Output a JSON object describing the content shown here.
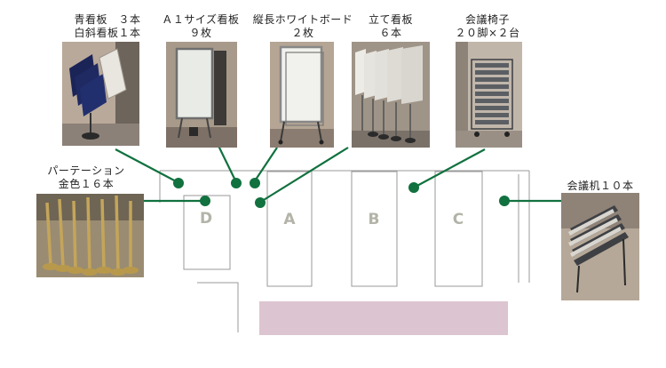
{
  "captions": {
    "blue_sign": [
      "青看板　３本",
      "白斜看板１本"
    ],
    "a1_sign": [
      "Ａ１サイズ看板",
      "９枚"
    ],
    "whiteboard": [
      "縦長ホワイトボード",
      "２枚"
    ],
    "standing_sign": [
      "立て看板",
      "６本"
    ],
    "chairs": [
      "会議椅子",
      "２０脚×２台"
    ],
    "partition": [
      "パーテーション",
      "金色１６本"
    ],
    "desks": [
      "会議机１０本"
    ]
  },
  "zones": [
    "D",
    "A",
    "B",
    "C"
  ],
  "colors": {
    "connector": "#11713f",
    "stage": "#dcc4d0",
    "outline": "#9a9a9a",
    "zone_label": "#b3b3a8"
  }
}
